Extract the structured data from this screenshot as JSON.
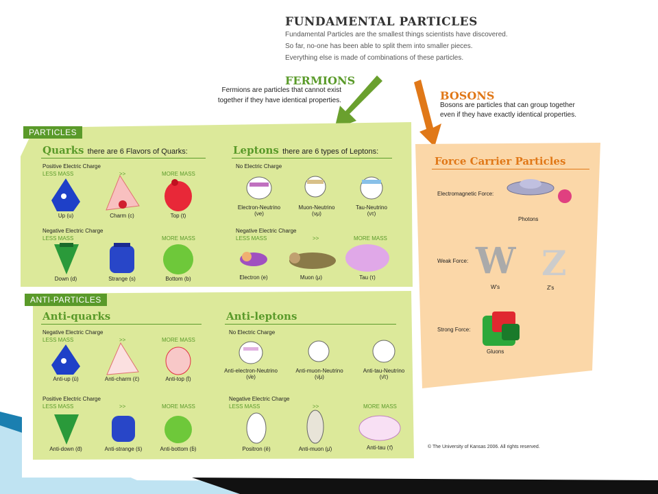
{
  "header": {
    "title": "FUNDAMENTAL PARTICLES",
    "intro": [
      "Fundamental Particles are the smallest things scientists have discovered.",
      "So far, no-one has been able to split them into smaller pieces.",
      "Everything else is made of combinations of these particles."
    ]
  },
  "fermions": {
    "title": "FERMIONS",
    "desc": [
      "Fermions are particles that cannot exist",
      "together if they have identical properties."
    ]
  },
  "bosons": {
    "title": "BOSONS",
    "desc": [
      "Bosons are particles that can group together",
      "even if they have exactly identical properties."
    ]
  },
  "particles": {
    "tab": "PARTICLES",
    "quarks": {
      "title": "Quarks",
      "subtitle": "there are 6 Flavors of Quarks:",
      "positive_label": "Positive Electric Charge",
      "negative_label": "Negative Electric Charge",
      "less_mass": "LESS MASS",
      "arrow": ">>",
      "more_mass": "MORE MASS",
      "positive": [
        "Up (u)",
        "Charm (c)",
        "Top (t)"
      ],
      "negative": [
        "Down (d)",
        "Strange (s)",
        "Bottom (b)"
      ]
    },
    "leptons": {
      "title": "Leptons",
      "subtitle": "there are 6 types of Leptons:",
      "neutral_label": "No Electric Charge",
      "negative_label": "Negative Electric Charge",
      "less_mass": "LESS MASS",
      "arrow": ">>",
      "more_mass": "MORE MASS",
      "neutral": [
        {
          "name": "Electron-Neutrino",
          "symbol": "(νe)"
        },
        {
          "name": "Muon-Neutrino",
          "symbol": "(νμ)"
        },
        {
          "name": "Tau-Neutrino",
          "symbol": "(ντ)"
        }
      ],
      "negative": [
        "Electron (e)",
        "Muon (μ)",
        "Tau (τ)"
      ]
    }
  },
  "antiparticles": {
    "tab": "ANTI-PARTICLES",
    "antiquarks": {
      "title": "Anti-quarks",
      "negative_label": "Negative Electric Charge",
      "positive_label": "Positive Electric Charge",
      "less_mass": "LESS MASS",
      "arrow": ">>",
      "more_mass": "MORE MASS",
      "row1": [
        "Anti-up (ū)",
        "Anti-charm (c̄)",
        "Anti-top (t̄)"
      ],
      "row2": [
        "Anti-down (d̄)",
        "Anti-strange (s̄)",
        "Anti-bottom (b̄)"
      ]
    },
    "antileptons": {
      "title": "Anti-leptons",
      "neutral_label": "No Electric Charge",
      "negative_label": "Negative Electric Charge",
      "less_mass": "LESS MASS",
      "arrow": ">>",
      "more_mass": "MORE MASS",
      "neutral": [
        {
          "name": "Anti-electron-Neutrino",
          "symbol": "(ν̄e)"
        },
        {
          "name": "Anti-muon-Neutrino",
          "symbol": "(ν̄μ)"
        },
        {
          "name": "Anti-tau-Neutrino",
          "symbol": "(ν̄τ)"
        }
      ],
      "row2": [
        "Positron (ē)",
        "Anti-muon (μ̄)",
        "Anti-tau (τ̄)"
      ]
    }
  },
  "force_carriers": {
    "title": "Force Carrier Particles",
    "em_label": "Electromagnetic Force:",
    "photons": "Photons",
    "weak_label": "Weak Force:",
    "ws": "W's",
    "zs": "Z's",
    "strong_label": "Strong Force:",
    "gluons": "Gluons"
  },
  "copyright": "© The University of Kansas 2006. All rights reserved.",
  "colors": {
    "green": "#5a9a2a",
    "panel_green": "#dce99a",
    "panel_orange": "#fbd7a8",
    "orange": "#e07818",
    "band_blue": "#1b7fb0"
  }
}
